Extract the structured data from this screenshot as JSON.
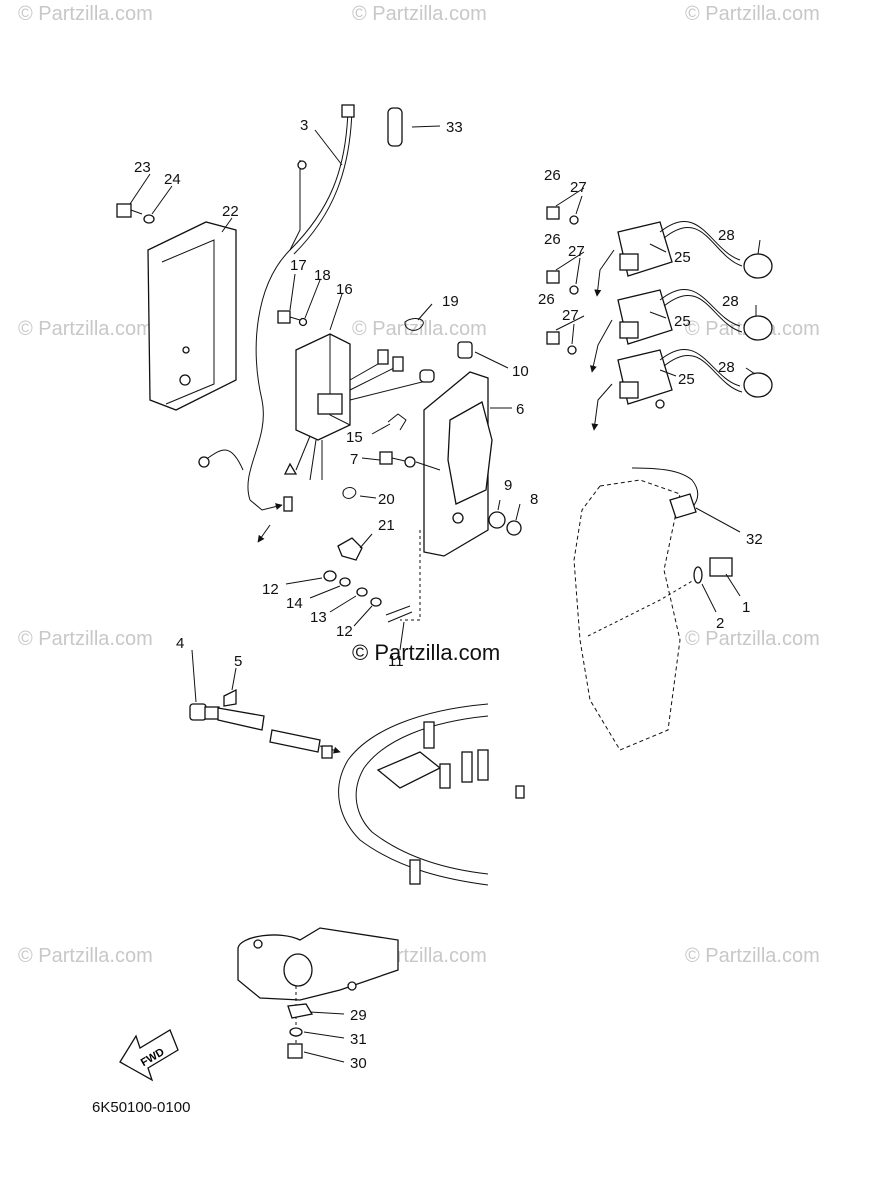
{
  "watermark": {
    "text": "© Partzilla.com",
    "center_text": "© Partzilla.com"
  },
  "diagram": {
    "code": "6K50100-0100",
    "fwd_label": "FWD",
    "callouts": [
      "1",
      "2",
      "3",
      "4",
      "5",
      "6",
      "7",
      "8",
      "9",
      "10",
      "11",
      "12",
      "12",
      "13",
      "14",
      "15",
      "16",
      "17",
      "18",
      "19",
      "20",
      "21",
      "22",
      "23",
      "24",
      "25",
      "25",
      "25",
      "26",
      "26",
      "26",
      "27",
      "27",
      "27",
      "28",
      "28",
      "28",
      "29",
      "30",
      "31",
      "32",
      "33"
    ]
  }
}
